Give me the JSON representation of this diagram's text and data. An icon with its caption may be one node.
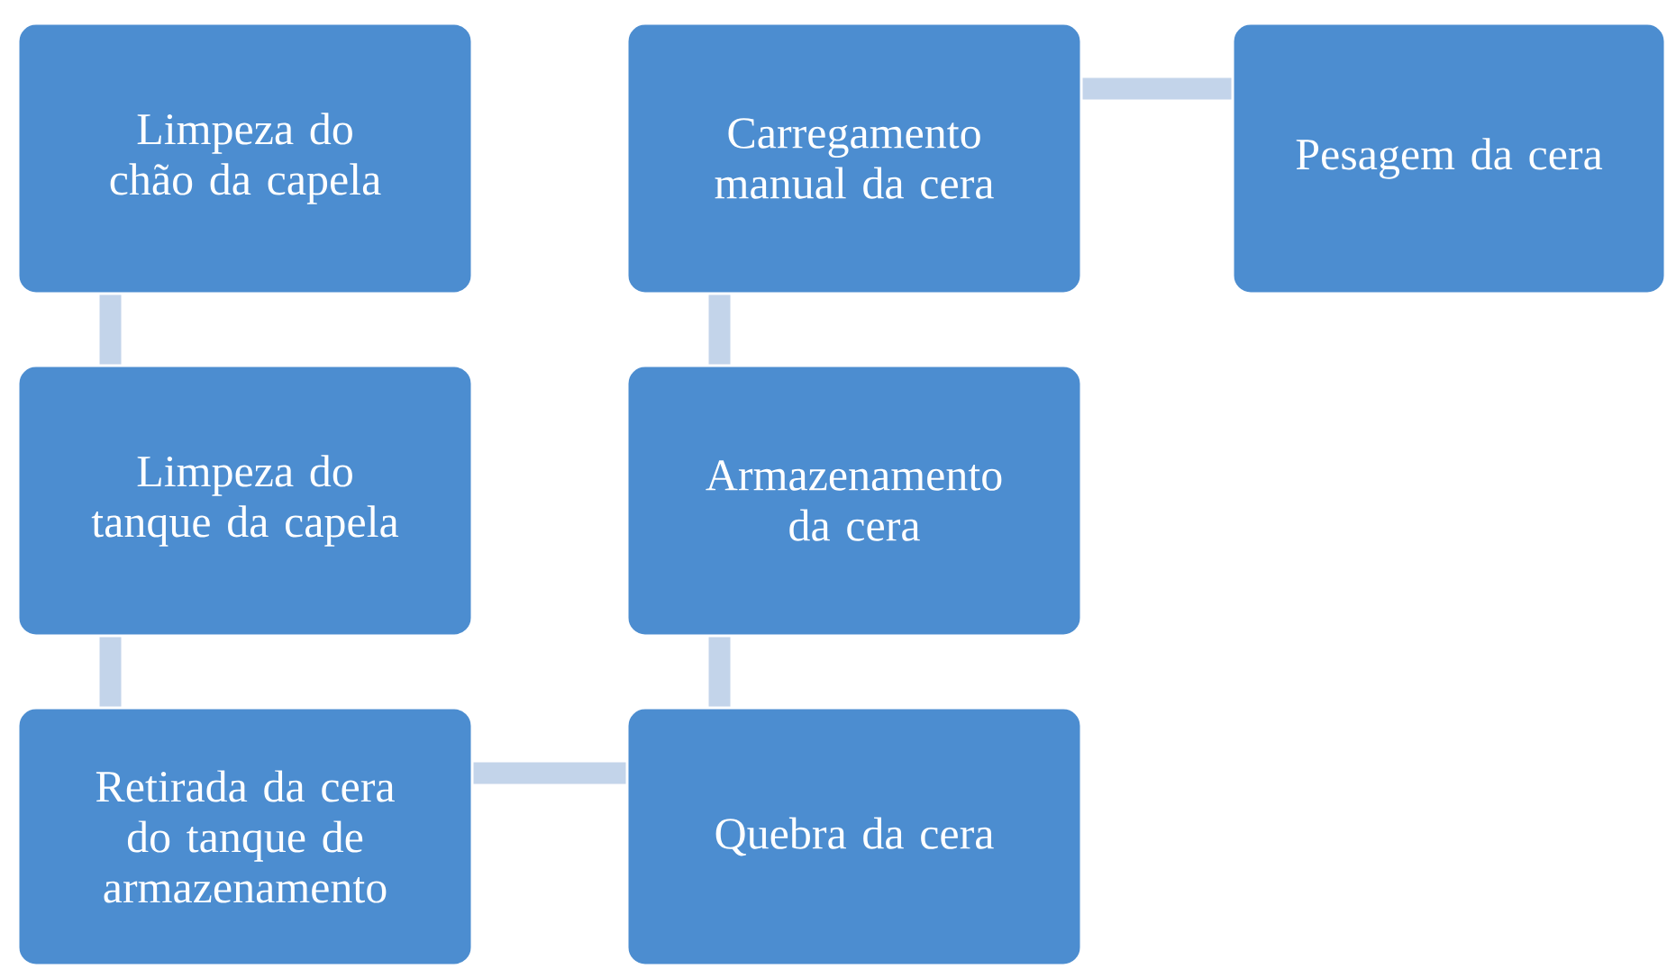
{
  "diagram": {
    "nodes": [
      {
        "text": [
          "Limpeza do chão da capela"
        ]
      },
      {
        "text": [
          "Limpeza do tanque da capela"
        ]
      },
      {
        "text": [
          "Retirada da cera do tanque de armazenamento"
        ]
      },
      {
        "text": [
          "Quebra da cera"
        ]
      },
      {
        "text": [
          "Armazenamento da cera"
        ]
      },
      {
        "text": [
          "Carregamento manual da cera"
        ]
      },
      {
        "text": [
          "Pesagem da cera"
        ]
      }
    ],
    "edges": [
      {
        "from": 0,
        "to": 1,
        "arrow": "none"
      },
      {
        "from": 1,
        "to": 2,
        "arrow": "none"
      },
      {
        "from": 2,
        "to": 3,
        "arrow": "none"
      },
      {
        "from": 3,
        "to": 4,
        "arrow": "none"
      },
      {
        "from": 4,
        "to": 5,
        "arrow": "none"
      },
      {
        "from": 5,
        "to": 6,
        "arrow": "none"
      }
    ]
  }
}
